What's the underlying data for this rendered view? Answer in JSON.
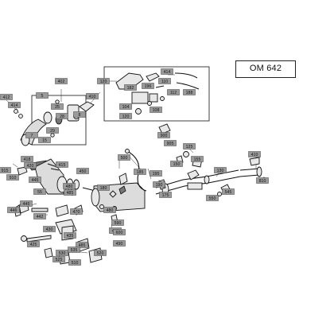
{
  "model_label": "OM 642",
  "callouts": [
    {
      "id": "402"
    },
    {
      "id": "412"
    },
    {
      "id": "414"
    },
    {
      "id": "5"
    },
    {
      "id": "25"
    },
    {
      "id": "28"
    },
    {
      "id": "29"
    },
    {
      "id": "8"
    },
    {
      "id": "7"
    },
    {
      "id": "15"
    },
    {
      "id": "410"
    },
    {
      "id": "120"
    },
    {
      "id": "414"
    },
    {
      "id": "110"
    },
    {
      "id": "196"
    },
    {
      "id": "182"
    },
    {
      "id": "112"
    },
    {
      "id": "188"
    },
    {
      "id": "104"
    },
    {
      "id": "108"
    },
    {
      "id": "120"
    },
    {
      "id": "900"
    },
    {
      "id": "905"
    },
    {
      "id": "125"
    },
    {
      "id": "418"
    },
    {
      "id": "420"
    },
    {
      "id": "915"
    },
    {
      "id": "910"
    },
    {
      "id": "445"
    },
    {
      "id": "55"
    },
    {
      "id": "415"
    },
    {
      "id": "450"
    },
    {
      "id": "500"
    },
    {
      "id": "185"
    },
    {
      "id": "195"
    },
    {
      "id": "190"
    },
    {
      "id": "150"
    },
    {
      "id": "155"
    },
    {
      "id": "130"
    },
    {
      "id": "410"
    },
    {
      "id": "810"
    },
    {
      "id": "545"
    },
    {
      "id": "550"
    },
    {
      "id": "480"
    },
    {
      "id": "485"
    },
    {
      "id": "470"
    },
    {
      "id": "180"
    },
    {
      "id": "175"
    },
    {
      "id": "445"
    },
    {
      "id": "446"
    },
    {
      "id": "442"
    },
    {
      "id": "430"
    },
    {
      "id": "435"
    },
    {
      "id": "425"
    },
    {
      "id": "480"
    },
    {
      "id": "590"
    },
    {
      "id": "410"
    },
    {
      "id": "600"
    },
    {
      "id": "490"
    },
    {
      "id": "485"
    },
    {
      "id": "520"
    },
    {
      "id": "535"
    },
    {
      "id": "530"
    },
    {
      "id": "525"
    },
    {
      "id": "510"
    }
  ]
}
